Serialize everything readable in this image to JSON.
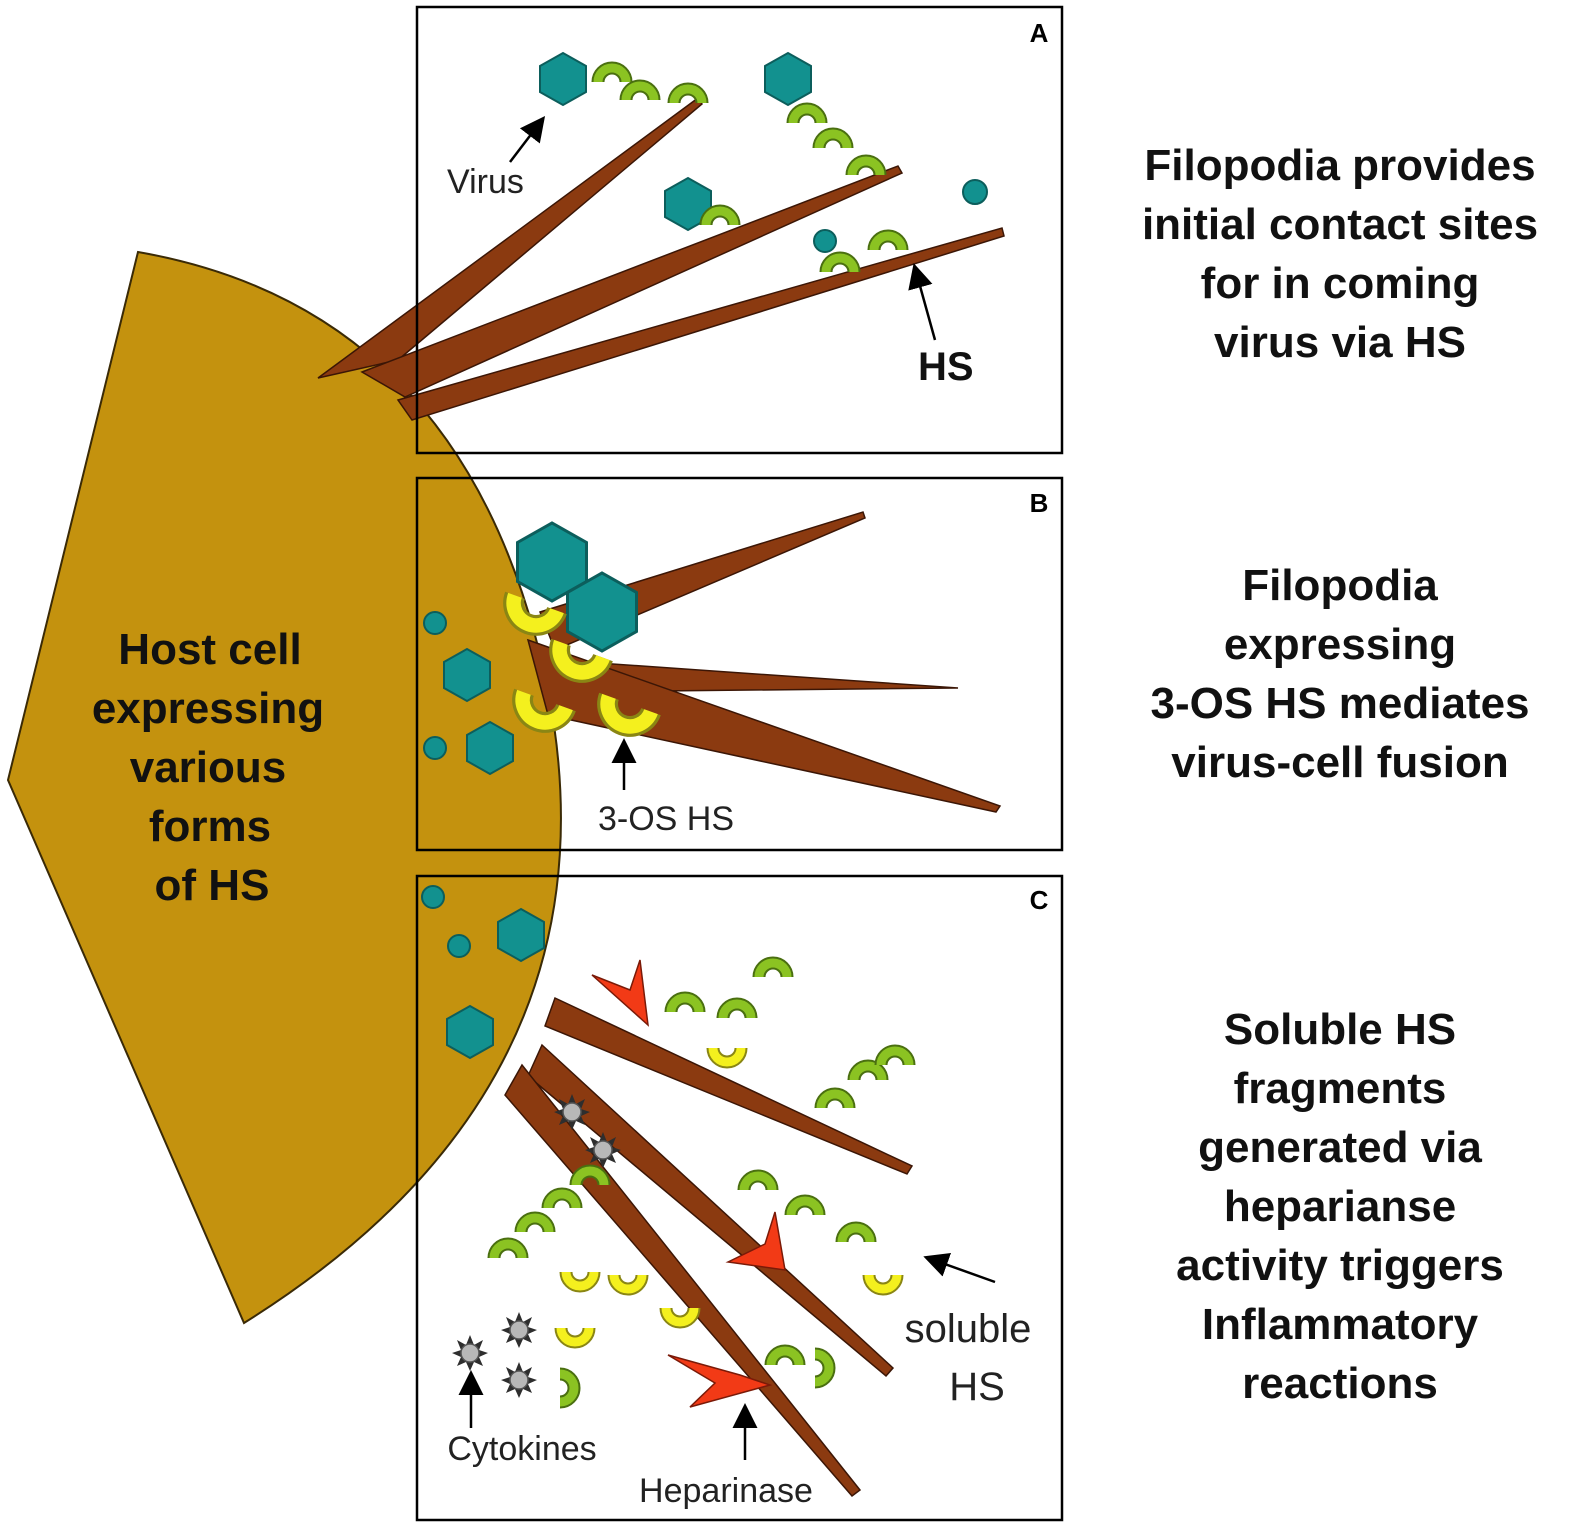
{
  "host_cell": {
    "lines": [
      "Host cell",
      "expressing",
      "various",
      "forms",
      "of HS"
    ]
  },
  "panels": [
    {
      "id": "panel-a",
      "letter": "A",
      "caption": [
        "Filopodia provides",
        "initial contact sites",
        "for in coming",
        "virus via HS"
      ]
    },
    {
      "id": "panel-b",
      "letter": "B",
      "caption": [
        "Filopodia",
        "expressing",
        "3-OS HS mediates",
        "virus-cell fusion"
      ]
    },
    {
      "id": "panel-c",
      "letter": "C",
      "caption": [
        "Soluble HS",
        "fragments",
        "generated via",
        "heparianse",
        "activity triggers",
        "Inflammatory",
        "reactions"
      ]
    }
  ],
  "labels": {
    "virus": "Virus",
    "hs": "HS",
    "os_hs": "3-OS HS",
    "soluble_line1": "soluble",
    "soluble_line2": "HS",
    "cytokines": "Cytokines",
    "heparinase": "Heparinase"
  },
  "colors": {
    "cell": "#C4920E",
    "filopodia": "#8B3A10",
    "virus": "#12918F",
    "hs_green": "#8BC322",
    "os_hs_yellow": "#F4F01E",
    "heparinase": "#F23A16",
    "cytokine": "#B8B8B8"
  }
}
